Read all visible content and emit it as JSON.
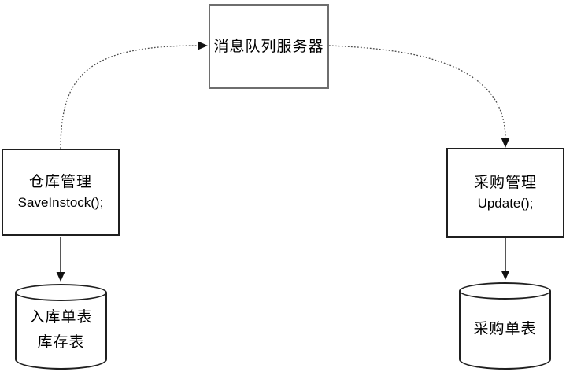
{
  "diagram": {
    "type": "flow-architecture",
    "background": "#ffffff",
    "nodes": {
      "mq_server": {
        "shape": "rect",
        "label": "消息队列服务器"
      },
      "warehouse": {
        "shape": "rect",
        "label": "仓库管理",
        "method": "SaveInstock();"
      },
      "purchase": {
        "shape": "rect",
        "label": "采购管理",
        "method": "Update();"
      },
      "warehouse_db": {
        "shape": "cylinder",
        "line1": "入库单表",
        "line2": "库存表"
      },
      "purchase_db": {
        "shape": "cylinder",
        "line1": "采购单表"
      }
    },
    "edges": [
      {
        "from": "warehouse",
        "to": "mq_server",
        "style": "dotted",
        "arrow": "end"
      },
      {
        "from": "mq_server",
        "to": "purchase",
        "style": "dotted",
        "arrow": "end"
      },
      {
        "from": "warehouse",
        "to": "warehouse_db",
        "style": "solid",
        "arrow": "end"
      },
      {
        "from": "purchase",
        "to": "purchase_db",
        "style": "solid",
        "arrow": "end"
      }
    ],
    "colors": {
      "mq_border": "#6e6e6e",
      "box_border": "#1f1f1f",
      "dotted_line": "#4a4a4a",
      "solid_line": "#1f1f1f",
      "text": "#000000",
      "fill": "#ffffff"
    }
  }
}
